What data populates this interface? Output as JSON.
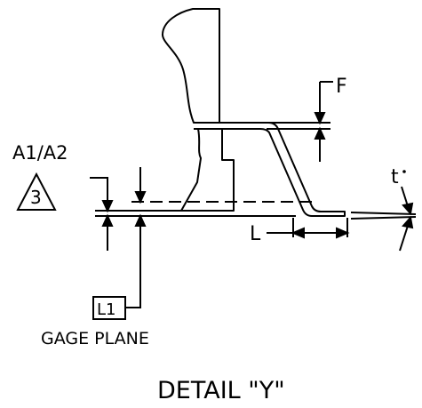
{
  "labels": {
    "f": "F",
    "a1a2": "A1/A2",
    "triangle_note": "3",
    "t": "t",
    "l": "L",
    "l1": "L1",
    "gage_plane": "GAGE PLANE",
    "detail_title": "DETAIL \"Y\""
  },
  "colors": {
    "ink": "#000000",
    "background": "#ffffff"
  }
}
